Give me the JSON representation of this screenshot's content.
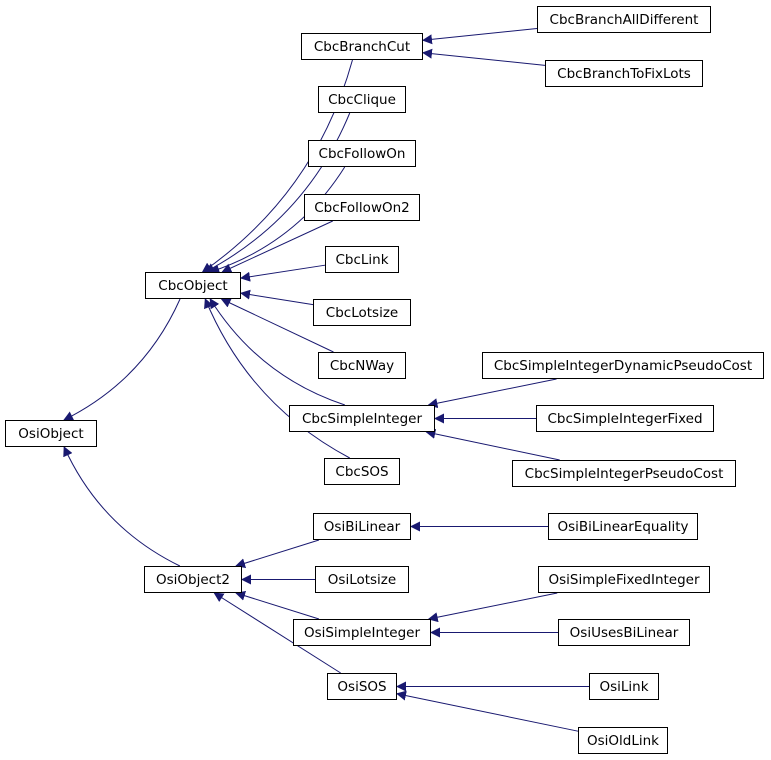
{
  "diagram": {
    "nodes": [
      {
        "id": "OsiObject",
        "label": "OsiObject"
      },
      {
        "id": "CbcObject",
        "label": "CbcObject"
      },
      {
        "id": "OsiObject2",
        "label": "OsiObject2"
      },
      {
        "id": "CbcBranchCut",
        "label": "CbcBranchCut"
      },
      {
        "id": "CbcBranchAllDifferent",
        "label": "CbcBranchAllDifferent"
      },
      {
        "id": "CbcBranchToFixLots",
        "label": "CbcBranchToFixLots"
      },
      {
        "id": "CbcClique",
        "label": "CbcClique"
      },
      {
        "id": "CbcFollowOn",
        "label": "CbcFollowOn"
      },
      {
        "id": "CbcFollowOn2",
        "label": "CbcFollowOn2"
      },
      {
        "id": "CbcLink",
        "label": "CbcLink"
      },
      {
        "id": "CbcLotsize",
        "label": "CbcLotsize"
      },
      {
        "id": "CbcNWay",
        "label": "CbcNWay"
      },
      {
        "id": "CbcSimpleInteger",
        "label": "CbcSimpleInteger"
      },
      {
        "id": "CbcSimpleIntegerDynamicPseudoCost",
        "label": "CbcSimpleIntegerDynamicPseudoCost"
      },
      {
        "id": "CbcSimpleIntegerFixed",
        "label": "CbcSimpleIntegerFixed"
      },
      {
        "id": "CbcSimpleIntegerPseudoCost",
        "label": "CbcSimpleIntegerPseudoCost"
      },
      {
        "id": "CbcSOS",
        "label": "CbcSOS"
      },
      {
        "id": "OsiBiLinear",
        "label": "OsiBiLinear"
      },
      {
        "id": "OsiBiLinearEquality",
        "label": "OsiBiLinearEquality"
      },
      {
        "id": "OsiLotsize",
        "label": "OsiLotsize"
      },
      {
        "id": "OsiSimpleInteger",
        "label": "OsiSimpleInteger"
      },
      {
        "id": "OsiSimpleFixedInteger",
        "label": "OsiSimpleFixedInteger"
      },
      {
        "id": "OsiUsesBiLinear",
        "label": "OsiUsesBiLinear"
      },
      {
        "id": "OsiSOS",
        "label": "OsiSOS"
      },
      {
        "id": "OsiLink",
        "label": "OsiLink"
      },
      {
        "id": "OsiOldLink",
        "label": "OsiOldLink"
      }
    ],
    "edges": [
      {
        "from": "CbcObject",
        "to": "OsiObject"
      },
      {
        "from": "OsiObject2",
        "to": "OsiObject"
      },
      {
        "from": "CbcBranchCut",
        "to": "CbcObject"
      },
      {
        "from": "CbcClique",
        "to": "CbcObject"
      },
      {
        "from": "CbcFollowOn",
        "to": "CbcObject"
      },
      {
        "from": "CbcFollowOn2",
        "to": "CbcObject"
      },
      {
        "from": "CbcLink",
        "to": "CbcObject"
      },
      {
        "from": "CbcLotsize",
        "to": "CbcObject"
      },
      {
        "from": "CbcNWay",
        "to": "CbcObject"
      },
      {
        "from": "CbcSimpleInteger",
        "to": "CbcObject"
      },
      {
        "from": "CbcSOS",
        "to": "CbcObject"
      },
      {
        "from": "CbcBranchAllDifferent",
        "to": "CbcBranchCut"
      },
      {
        "from": "CbcBranchToFixLots",
        "to": "CbcBranchCut"
      },
      {
        "from": "CbcSimpleIntegerDynamicPseudoCost",
        "to": "CbcSimpleInteger"
      },
      {
        "from": "CbcSimpleIntegerFixed",
        "to": "CbcSimpleInteger"
      },
      {
        "from": "CbcSimpleIntegerPseudoCost",
        "to": "CbcSimpleInteger"
      },
      {
        "from": "OsiBiLinear",
        "to": "OsiObject2"
      },
      {
        "from": "OsiLotsize",
        "to": "OsiObject2"
      },
      {
        "from": "OsiSimpleInteger",
        "to": "OsiObject2"
      },
      {
        "from": "OsiSOS",
        "to": "OsiObject2"
      },
      {
        "from": "OsiBiLinearEquality",
        "to": "OsiBiLinear"
      },
      {
        "from": "OsiSimpleFixedInteger",
        "to": "OsiSimpleInteger"
      },
      {
        "from": "OsiUsesBiLinear",
        "to": "OsiSimpleInteger"
      },
      {
        "from": "OsiLink",
        "to": "OsiSOS"
      },
      {
        "from": "OsiOldLink",
        "to": "OsiSOS"
      }
    ],
    "colors": {
      "edge": "#191970",
      "border": "#000000",
      "fill": "#ffffff"
    }
  }
}
